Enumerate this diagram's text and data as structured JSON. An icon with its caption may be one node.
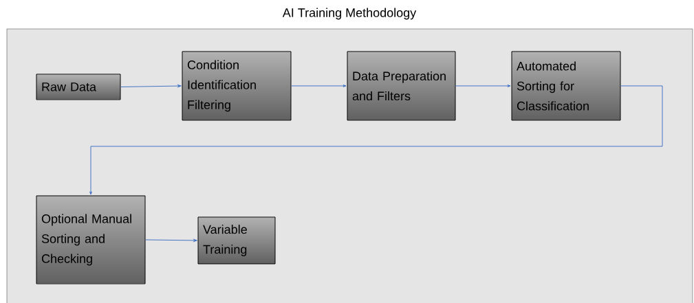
{
  "diagram": {
    "title": "AI Training Methodology",
    "nodes": [
      {
        "text": [
          "Raw Data"
        ]
      },
      {
        "text": [
          "Condition Identification Filtering"
        ]
      },
      {
        "text": [
          "Data Preparation and Filters"
        ]
      },
      {
        "text": [
          "Automated Sorting for Classification"
        ]
      },
      {
        "text": [
          "Optional Manual Sorting and Checking"
        ]
      },
      {
        "text": [
          "Variable Training"
        ]
      }
    ],
    "edges": [
      {
        "from": 0,
        "to": 1,
        "arrow": "to"
      },
      {
        "from": 1,
        "to": 2,
        "arrow": "to"
      },
      {
        "from": 2,
        "to": 3,
        "arrow": "to"
      },
      {
        "from": 3,
        "to": 4,
        "arrow": "to"
      },
      {
        "from": 4,
        "to": 5,
        "arrow": "to"
      }
    ]
  }
}
